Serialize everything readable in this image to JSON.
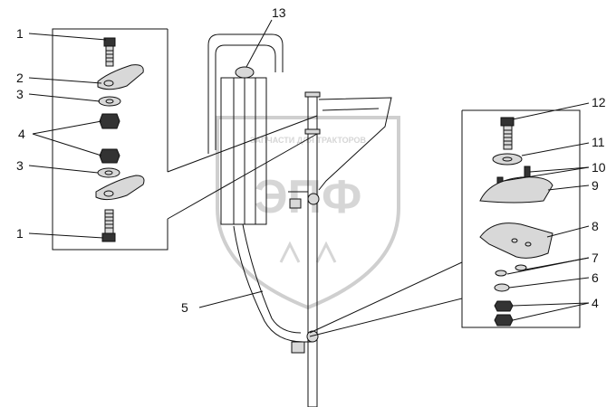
{
  "watermark": {
    "brand": "ЭПФ",
    "banner": "ЗАПЧАСТИ ДЛЯ ТРАКТОРОВ"
  },
  "callouts": [
    "1",
    "2",
    "3",
    "4",
    "3",
    "1",
    "13",
    "12",
    "11",
    "10",
    "9",
    "8",
    "7",
    "6",
    "4",
    "5"
  ]
}
